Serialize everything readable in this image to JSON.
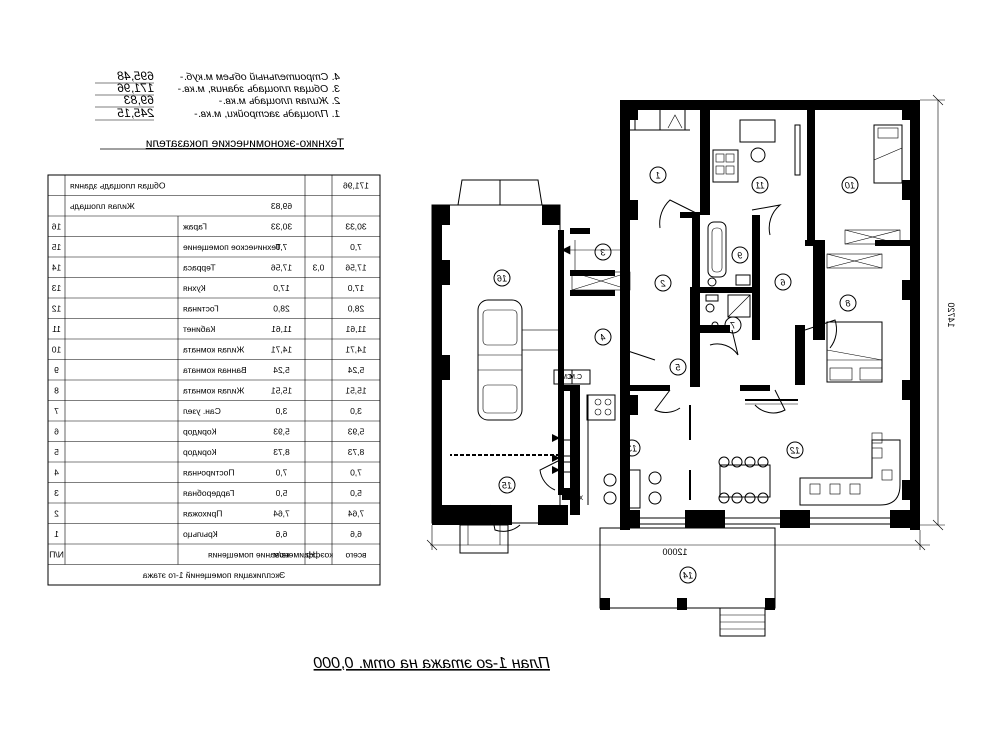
{
  "drawing": {
    "plan_title": "План 1-го этажа на отм. 0,000",
    "dim_width": "12000",
    "dim_height": "14720",
    "colors": {
      "ink": "#000000",
      "paper": "#ffffff"
    }
  },
  "rooms": [
    {
      "no": "1"
    },
    {
      "no": "2"
    },
    {
      "no": "3"
    },
    {
      "no": "4"
    },
    {
      "no": "5"
    },
    {
      "no": "6"
    },
    {
      "no": "7"
    },
    {
      "no": "8"
    },
    {
      "no": "9"
    },
    {
      "no": "10"
    },
    {
      "no": "11"
    },
    {
      "no": "12"
    },
    {
      "no": "13"
    },
    {
      "no": "14"
    },
    {
      "no": "15"
    },
    {
      "no": "16"
    }
  ],
  "fixtures": {
    "washer_label": "С.М.",
    "sm_label": "СМ"
  },
  "indicators": {
    "title": "Технико-экономические показатели",
    "items": [
      {
        "label": "1. Площадь застройки, м.кв.-",
        "value": "245,15"
      },
      {
        "label": "2. Жилая площадь м.кв.-",
        "value": "69,83"
      },
      {
        "label": "3. Общая площадь здания, м.кв.-",
        "value": "171,96"
      },
      {
        "label": "4. Строительный объем м.куб.-",
        "value": "695,48"
      }
    ]
  },
  "explication": {
    "title": "Экспликация помещений 1-го этажа",
    "headers": [
      "N/П",
      "Наименование помещения",
      "кв/м",
      "коэфф.",
      "всего"
    ],
    "rows": [
      [
        "1",
        "Крыльцо",
        "6,6",
        "",
        "6,6"
      ],
      [
        "2",
        "Прихожая",
        "7,64",
        "",
        "7,64"
      ],
      [
        "3",
        "Гардеробная",
        "5,0",
        "",
        "5,0"
      ],
      [
        "4",
        "Постирочная",
        "7,0",
        "",
        "7,0"
      ],
      [
        "5",
        "Коридор",
        "8,73",
        "",
        "8,73"
      ],
      [
        "6",
        "Коридор",
        "5,93",
        "",
        "5,93"
      ],
      [
        "7",
        "Сан. узел",
        "3,0",
        "",
        "3,0"
      ],
      [
        "8",
        "Жилая комната",
        "15,51",
        "",
        "15,51"
      ],
      [
        "9",
        "Ванная комната",
        "5,24",
        "",
        "5,24"
      ],
      [
        "10",
        "Жилая комната",
        "14,71",
        "",
        "14,71"
      ],
      [
        "11",
        "Кабинет",
        "11,61",
        "",
        "11,61"
      ],
      [
        "12",
        "Гостиная",
        "28,0",
        "",
        "28,0"
      ],
      [
        "13",
        "Кухня",
        "17,0",
        "",
        "17,0"
      ],
      [
        "14",
        "Терраса",
        "17,56",
        "0,3",
        "17,56"
      ],
      [
        "15",
        "Техническое помещение",
        "7,0",
        "",
        "7,0"
      ],
      [
        "16",
        "Гараж",
        "30,33",
        "",
        "30,33"
      ]
    ],
    "living_area": {
      "label": "Жилая площадь",
      "value": "69,83"
    },
    "total_area": {
      "label": "Общая площадь здания",
      "value": "171,96"
    }
  }
}
